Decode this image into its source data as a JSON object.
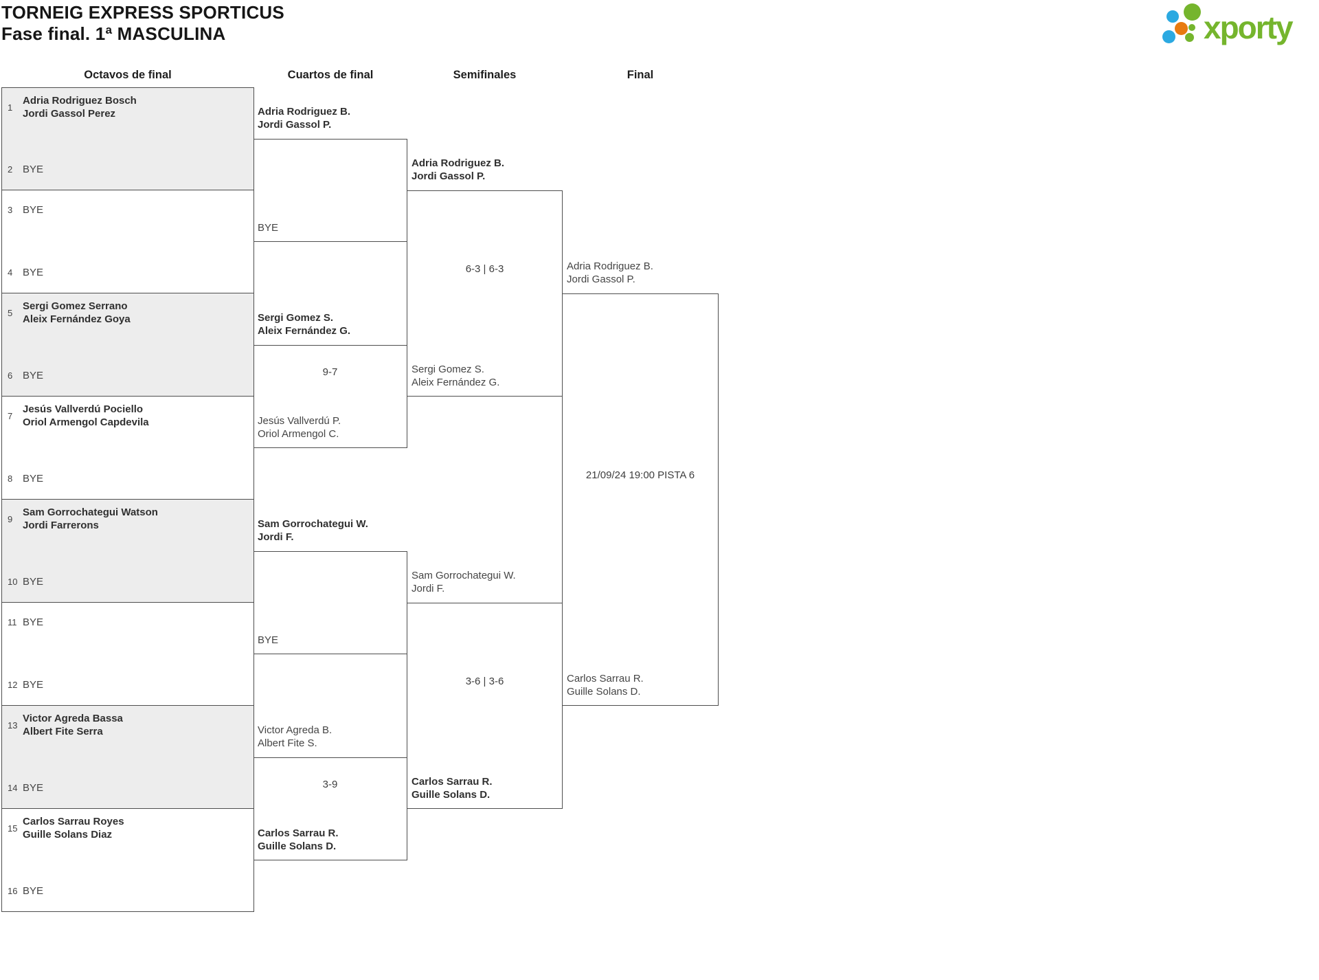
{
  "header": {
    "title": "TORNEIG EXPRESS SPORTICUS",
    "subtitle": "Fase final. 1ª MASCULINA"
  },
  "logo": {
    "brand": "xporty",
    "colors": {
      "green": "#75b52d",
      "blue": "#2ba9e1",
      "orange": "#e87a10"
    }
  },
  "round_headers": {
    "octavos": "Octavos de final",
    "cuartos": "Cuartos de final",
    "semifinales": "Semifinales",
    "final": "Final"
  },
  "colors": {
    "box_border": "#4d4d4d",
    "shaded_box_fill": "#ededed",
    "text": "#3c3c3c"
  },
  "rounds": {
    "r16": [
      {
        "seed_a": "1",
        "a1": "Adria Rodriguez Bosch",
        "a2": "Jordi Gassol Perez",
        "a_won": true,
        "seed_b": "2",
        "b1": "BYE"
      },
      {
        "seed_a": "3",
        "a1": "BYE",
        "seed_b": "4",
        "b1": "BYE"
      },
      {
        "seed_a": "5",
        "a1": "Sergi Gomez Serrano",
        "a2": "Aleix Fernández Goya",
        "a_won": true,
        "seed_b": "6",
        "b1": "BYE"
      },
      {
        "seed_a": "7",
        "a1": "Jesús Vallverdú Pociello",
        "a2": "Oriol Armengol Capdevila",
        "a_won": true,
        "seed_b": "8",
        "b1": "BYE"
      },
      {
        "seed_a": "9",
        "a1": "Sam Gorrochategui Watson",
        "a2": "Jordi Farrerons",
        "a_won": true,
        "seed_b": "10",
        "b1": "BYE"
      },
      {
        "seed_a": "11",
        "a1": "BYE",
        "seed_b": "12",
        "b1": "BYE"
      },
      {
        "seed_a": "13",
        "a1": "Victor Agreda Bassa",
        "a2": "Albert Fite Serra",
        "a_won": true,
        "seed_b": "14",
        "b1": "BYE"
      },
      {
        "seed_a": "15",
        "a1": "Carlos Sarrau Royes",
        "a2": "Guille Solans Diaz",
        "a_won": true,
        "seed_b": "16",
        "b1": "BYE"
      }
    ],
    "quarters": [
      {
        "a1": "Adria Rodriguez B.",
        "a2": "Jordi Gassol P.",
        "a_won": true,
        "b1": "BYE",
        "score": ""
      },
      {
        "a1": "Sergi Gomez S.",
        "a2": "Aleix Fernández G.",
        "a_won": true,
        "b1": "Jesús Vallverdú P.",
        "b2": "Oriol Armengol C.",
        "score": "9-7"
      },
      {
        "a1": "Sam Gorrochategui W.",
        "a2": "Jordi F.",
        "a_won": true,
        "b1": "BYE",
        "score": ""
      },
      {
        "a1": "Victor Agreda B.",
        "a2": "Albert Fite S.",
        "b1": "Carlos Sarrau R.",
        "b2": "Guille Solans D.",
        "b_won": true,
        "score": "3-9"
      }
    ],
    "semis": [
      {
        "a1": "Adria Rodriguez B.",
        "a2": "Jordi Gassol P.",
        "a_won": true,
        "b1": "Sergi Gomez S.",
        "b2": "Aleix Fernández G.",
        "score": "6-3 | 6-3"
      },
      {
        "a1": "Sam Gorrochategui W.",
        "a2": "Jordi F.",
        "b1": "Carlos Sarrau R.",
        "b2": "Guille Solans D.",
        "b_won": true,
        "score": "3-6 | 3-6"
      }
    ],
    "final": {
      "a1": "Adria Rodriguez B.",
      "a2": "Jordi Gassol P.",
      "b1": "Carlos Sarrau R.",
      "b2": "Guille Solans D.",
      "score": "21/09/24 19:00 PISTA 6"
    }
  }
}
